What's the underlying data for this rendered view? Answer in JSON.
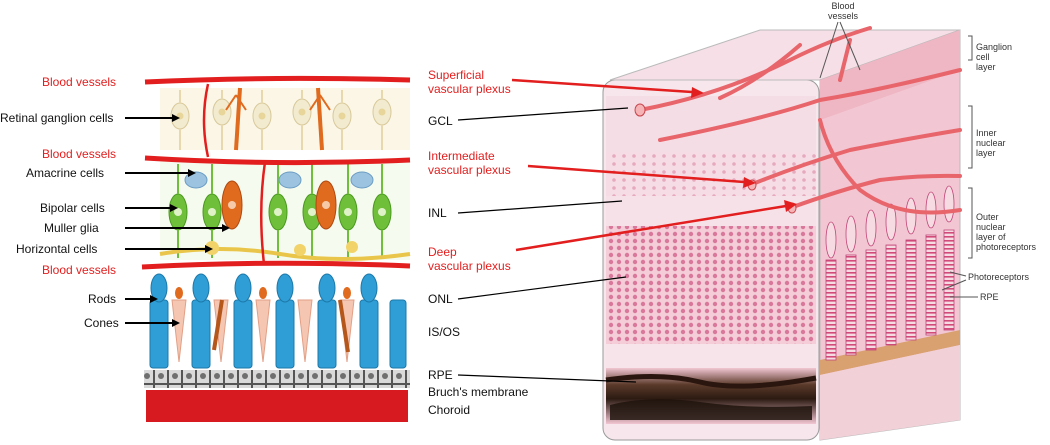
{
  "left_panel": {
    "labels": {
      "blood_vessels_top": "Blood vessels",
      "retinal_ganglion_cells": "Retinal ganglion cells",
      "blood_vessels_mid": "Blood vessels",
      "amacrine_cells": "Amacrine cells",
      "bipolar_cells": "Bipolar cells",
      "muller_glia": "Muller glia",
      "horizontal_cells": "Horizontal cells",
      "blood_vessels_bottom": "Blood vessels",
      "rods": "Rods",
      "cones": "Cones"
    }
  },
  "middle_panel": {
    "plexus": {
      "superficial_line1": "Superficial",
      "superficial_line2": "vascular plexus",
      "intermediate_line1": "Intermediate",
      "intermediate_line2": "vascular plexus",
      "deep_line1": "Deep",
      "deep_line2": "vascular plexus"
    },
    "layers": {
      "gcl": "GCL",
      "inl": "INL",
      "onl": "ONL",
      "isos": "IS/OS",
      "rpe": "RPE",
      "bruchs": "Bruch's membrane",
      "choroid": "Choroid"
    }
  },
  "right_panel": {
    "blood_vessels_line1": "Blood",
    "blood_vessels_line2": "vessels",
    "ganglion_line1": "Ganglion",
    "ganglion_line2": "cell",
    "ganglion_line3": "layer",
    "inner_line1": "Inner",
    "inner_line2": "nuclear",
    "inner_line3": "layer",
    "outer_line1": "Outer",
    "outer_line2": "nuclear",
    "outer_line3": "layer of",
    "outer_line4": "photoreceptors",
    "photoreceptors": "Photoreceptors",
    "rpe": "RPE"
  },
  "colors": {
    "vessel_red": "#e21e1e",
    "ganglion_cream": "#f3ebcf",
    "bipolar_green": "#6fbf3a",
    "muller_orange": "#e06a1e",
    "amacrine_blue": "#9cc3e0",
    "photoreceptor_blue": "#2f9ed6",
    "choroid_red": "#d71920",
    "tissue_pink": "#f2c6d2"
  }
}
